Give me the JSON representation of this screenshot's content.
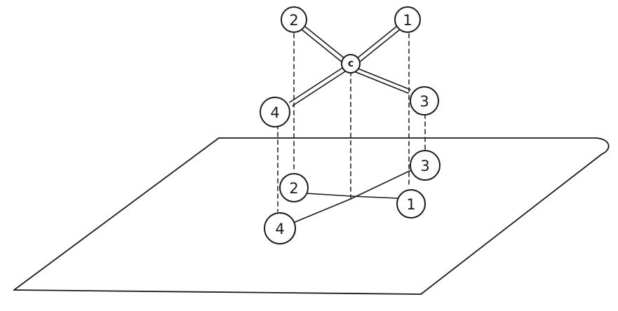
{
  "diagram": {
    "carbon": {
      "label": "c"
    },
    "atoms_upper": [
      {
        "id": "u2",
        "label": "2"
      },
      {
        "id": "u1",
        "label": "1"
      },
      {
        "id": "u4",
        "label": "4"
      },
      {
        "id": "u3",
        "label": "3"
      }
    ],
    "atoms_projected": [
      {
        "id": "p2",
        "label": "2"
      },
      {
        "id": "p1",
        "label": "1"
      },
      {
        "id": "p4",
        "label": "4"
      },
      {
        "id": "p3",
        "label": "3"
      }
    ],
    "colors": {
      "ink": "#1a1a1a",
      "background": "#ffffff"
    }
  }
}
